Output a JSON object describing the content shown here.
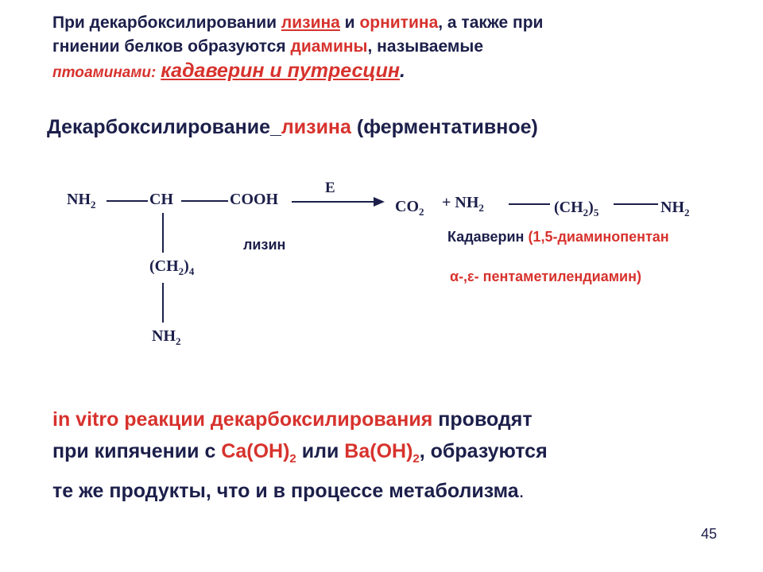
{
  "intro": {
    "p1": "При декарбоксилировании ",
    "lysine": "лизина",
    "and": " и ",
    "ornithine": "орнитина",
    "p2": ", а также при",
    "line2": "гниении белков образуются ",
    "diamines": "диамины",
    "p3": ", называемые",
    "ptomaines": "птоаминами:",
    "products": "кадаверин и путресцин",
    "dot": "."
  },
  "heading": {
    "part1": "Декарбоксилирование_",
    "lysine": "лизина",
    "part2": " (ферментативное)"
  },
  "reaction": {
    "nh2_left": "NH",
    "sub2": "2",
    "ch": "CH",
    "cooh": "COOH",
    "enzyme": "E",
    "co2": "CO",
    "plus_nh2": "+ NH",
    "ch2_5": "(CH",
    "sub5": "5",
    "nh2_right": "NH",
    "ch2_4": "(CH",
    "sub4": "4",
    "close": ")",
    "nh2_bottom": "NH",
    "lysine_label": "лизин",
    "cadaverine": "Кадаверин ",
    "cadaverine_name1": "(1,5-диаминопентан",
    "cadaverine_name2": "α-,ε- пентаметилендиамин)"
  },
  "outro": {
    "invitro": "in vitro реакции декарбоксилирования",
    "t1": " проводят",
    "t2": "при кипячении с ",
    "caoh": "Ca(OH)",
    "or": " или ",
    "baoh": "Ba(OH)",
    "sub2": "2",
    "t3": ", образуются",
    "line3": "те же продукты, что и в процессе метаболизма",
    "dot": "."
  },
  "page_number": "45",
  "colors": {
    "text": "#1c1f4a",
    "accent": "#d7322d"
  }
}
